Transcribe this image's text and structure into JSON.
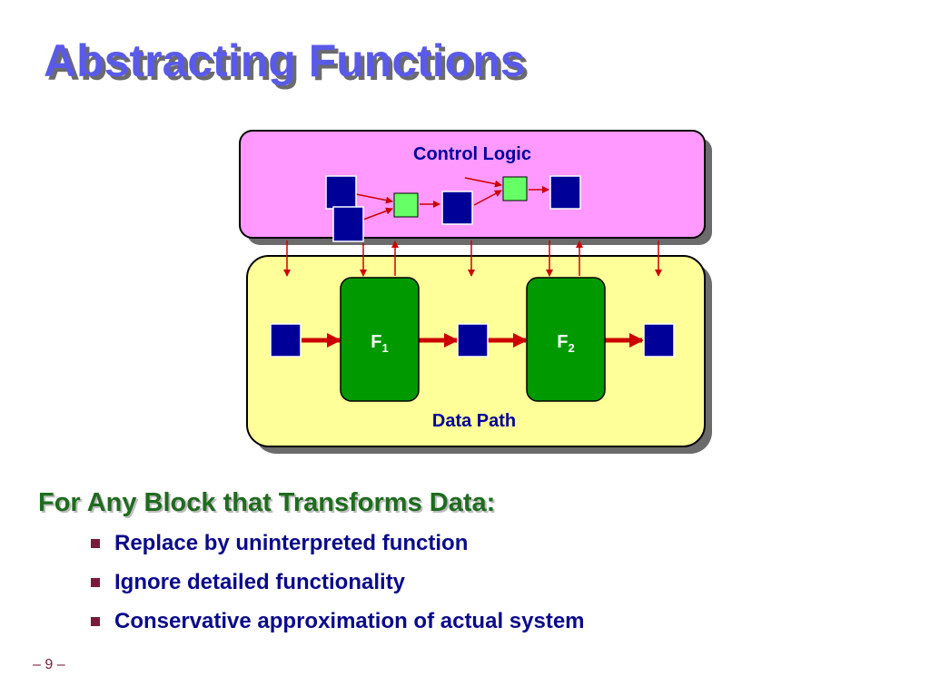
{
  "slide": {
    "title": "Abstracting Functions",
    "page_number": "– 9 –"
  },
  "diagram": {
    "control_label": "Control Logic",
    "datapath_label": "Data Path",
    "functions": [
      {
        "base": "F",
        "sub": "1"
      },
      {
        "base": "F",
        "sub": "2"
      }
    ],
    "colors": {
      "control_fill": "#ff99ff",
      "datapath_fill": "#ffff99",
      "register_fill": "#000099",
      "function_fill": "#009900",
      "small_logic_fill": "#66ff66",
      "wire": "#cc0000",
      "label_text": "#000099"
    }
  },
  "section": {
    "heading": "For Any Block that Transforms Data:",
    "bullets": [
      "Replace by uninterpreted function",
      "Ignore detailed functionality",
      "Conservative approximation of actual system"
    ]
  }
}
